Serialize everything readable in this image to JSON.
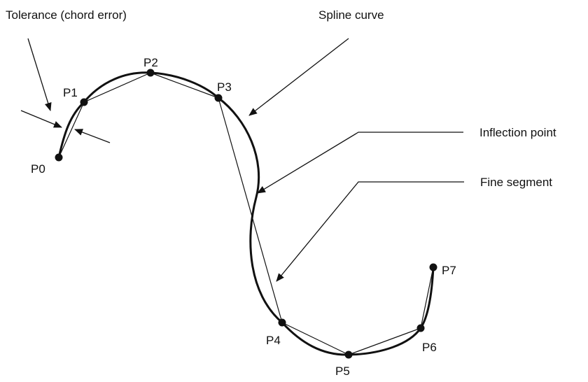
{
  "labels": {
    "tolerance": "Tolerance (chord error)",
    "spline_curve": "Spline curve",
    "inflection_point": "Inflection point",
    "fine_segment": "Fine segment"
  },
  "points": [
    {
      "id": "p0",
      "name": "P0"
    },
    {
      "id": "p1",
      "name": "P1"
    },
    {
      "id": "p2",
      "name": "P2"
    },
    {
      "id": "p3",
      "name": "P3"
    },
    {
      "id": "p4",
      "name": "P4"
    },
    {
      "id": "p5",
      "name": "P5"
    },
    {
      "id": "p6",
      "name": "P6"
    },
    {
      "id": "p7",
      "name": "P7"
    }
  ],
  "colors": {
    "stroke": "#111111",
    "background": "#ffffff"
  }
}
